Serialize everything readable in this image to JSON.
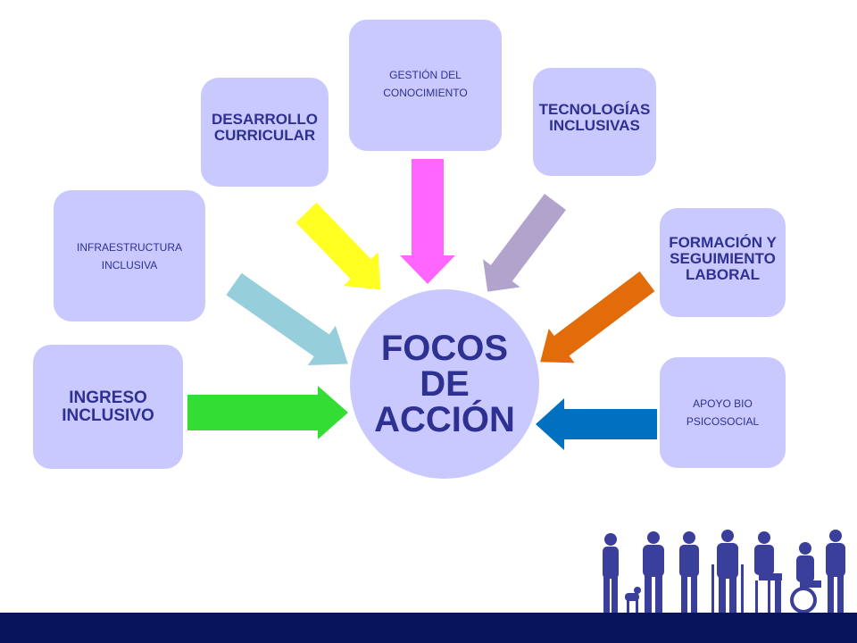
{
  "center": {
    "label": "FOCOS\nDE\nACCIÓN"
  },
  "nodes": {
    "ingreso": "INGRESO INCLUSIVO",
    "infraestructura": "INFRAESTRUCTURA INCLUSIVA",
    "desarrollo": "DESARROLLO CURRICULAR",
    "gestion": "GESTIÓN DEL CONOCIMIENTO",
    "tecnologias": "TECNOLOGÍAS INCLUSIVAS",
    "formacion": "FORMACIÓN Y SEGUIMIENTO LABORAL",
    "apoyo": "APOYO BIO PSICOSOCIAL"
  },
  "colors": {
    "box": "#c9c9ff",
    "text": "#2e3192",
    "arrow_ingreso": "#33dd33",
    "arrow_infraestructura": "#96cedc",
    "arrow_desarrollo": "#ffff22",
    "arrow_gestion": "#ff66ff",
    "arrow_tecnologias": "#b2a3cc",
    "arrow_formacion": "#e36c0a",
    "arrow_apoyo": "#0070c0",
    "footer": "#07135a",
    "people": "#3b3f9c"
  }
}
